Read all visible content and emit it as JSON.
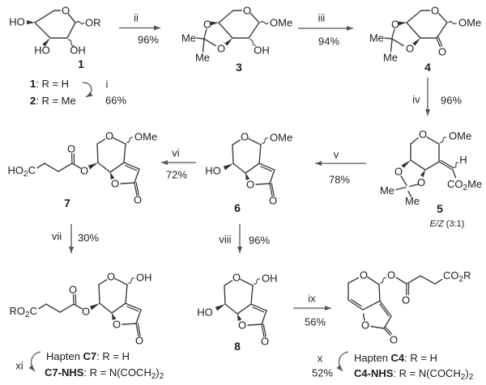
{
  "scheme": {
    "colors": {
      "background": "#ffffff",
      "line": "#3d3d3d",
      "text": "#1c1c1c"
    },
    "atoms": {
      "o": "O",
      "ho": "HO",
      "oh": "OH",
      "or": "OR",
      "ome": "OMe",
      "me": "Me",
      "h": "H"
    },
    "formulas": {
      "ho2c": {
        "a": "HO",
        "sub": "2",
        "b": "C"
      },
      "co2me": {
        "a": "CO",
        "sub": "2",
        "b": "Me"
      },
      "ro2c": {
        "a": "RO",
        "sub": "2",
        "b": "C"
      },
      "co2r": {
        "a": "CO",
        "sub": "2",
        "b": "R"
      }
    },
    "numbers": {
      "c1": "1",
      "c3": "3",
      "c4": "4",
      "c5": "5",
      "c6": "6",
      "c7": "7",
      "c8": "8"
    },
    "steps": {
      "i": {
        "label": "i",
        "yield": "66%"
      },
      "ii": {
        "label": "ii",
        "yield": "96%"
      },
      "iii": {
        "label": "iii",
        "yield": "94%"
      },
      "iv": {
        "label": "iv",
        "yield": "96%"
      },
      "v": {
        "label": "v",
        "yield": "78%"
      },
      "vi": {
        "label": "vi",
        "yield": "72%"
      },
      "vii": {
        "label": "vii",
        "yield": "30%"
      },
      "viii": {
        "label": "viii",
        "yield": "96%"
      },
      "ix": {
        "label": "ix",
        "yield": "56%"
      },
      "x": {
        "label": "x",
        "yield": "52%"
      },
      "xi": {
        "label": "xi"
      }
    },
    "captions": {
      "r1": {
        "bold": "1",
        "rest": ": R = H"
      },
      "r2": {
        "bold": "2",
        "rest": ": R = Me"
      },
      "ez": {
        "italic": "E/Z",
        "rest": " (3:1)"
      },
      "hapten_c7": {
        "pre": "Hapten ",
        "bold": "C7",
        "rest": ": R = H"
      },
      "c7_nhs": {
        "bold": "C7-NHS",
        "rest": ": R = N(COCH",
        "sub1": "2",
        "paren": ")",
        "sub2": "2"
      },
      "hapten_c4": {
        "pre": "Hapten ",
        "bold": "C4",
        "rest": ": R = H"
      },
      "c4_nhs": {
        "bold": "C4-NHS",
        "rest": ": R = N(COCH",
        "sub1": "2",
        "paren": ")",
        "sub2": "2"
      }
    }
  }
}
